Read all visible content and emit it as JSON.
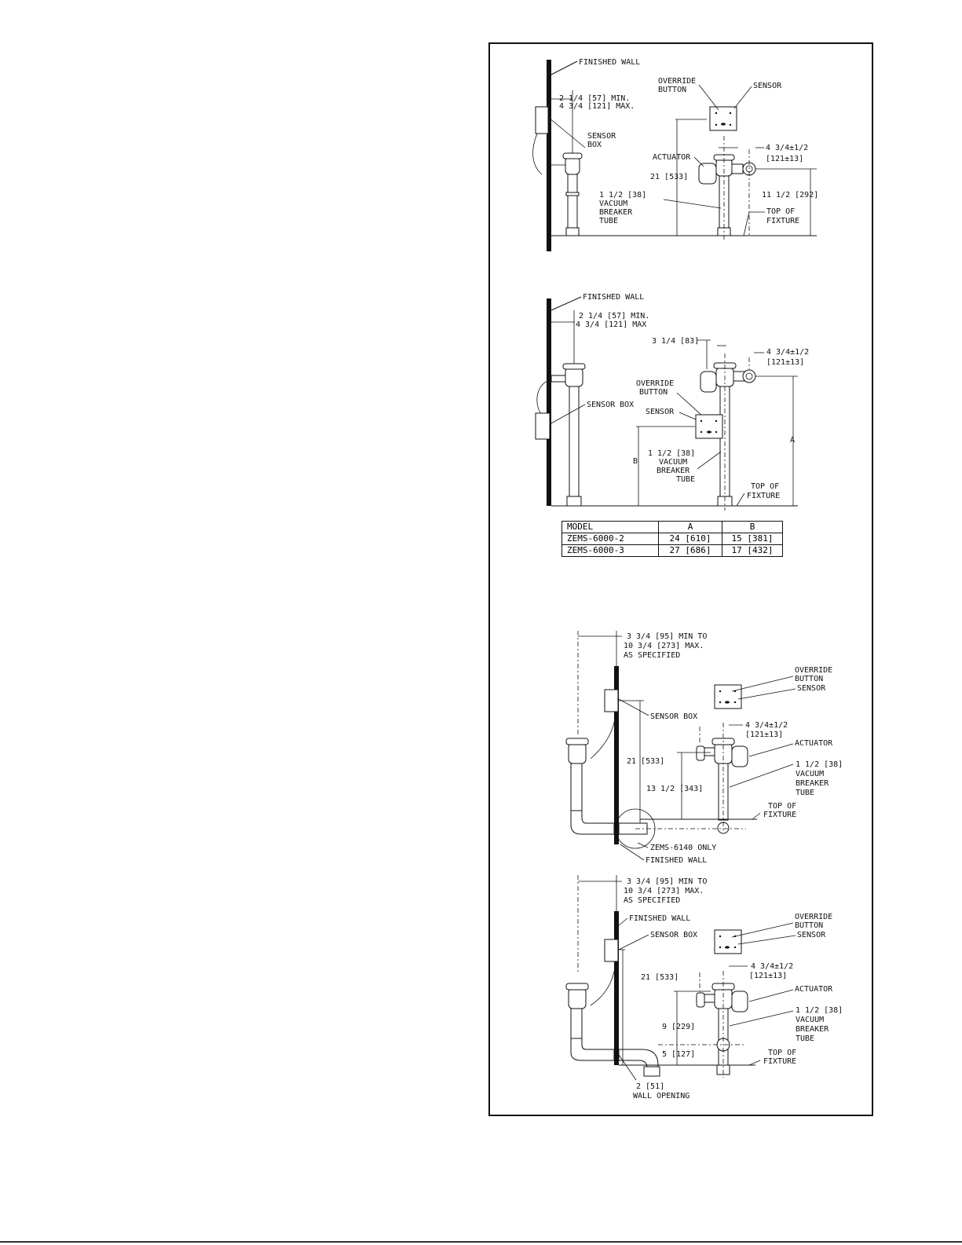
{
  "fig1": {
    "finished_wall": "FINISHED WALL",
    "dim_wall_line1": "2 1/4 [57] MIN.",
    "dim_wall_line2": "4 3/4 [121] MAX.",
    "override_line1": "OVERRIDE",
    "override_line2": "BUTTON",
    "sensor": "SENSOR",
    "sensor_box_line1": "SENSOR",
    "sensor_box_line2": "BOX",
    "actuator": "ACTUATOR",
    "dim_offset_line1": "4 3/4±1/2",
    "dim_offset_line2": "[121±13]",
    "dim_21": "21 [533]",
    "dim_11": "11 1/2 [292]",
    "vb_line1": "1 1/2 [38]",
    "vb_line2": "VACUUM",
    "vb_line3": "BREAKER",
    "vb_line4": "TUBE",
    "top_line1": "TOP OF",
    "top_line2": "FIXTURE"
  },
  "fig2": {
    "finished_wall": "FINISHED WALL",
    "dim_wall_line1": "2 1/4 [57] MIN.",
    "dim_wall_line2": "4 3/4 [121] MAX",
    "dim_3": "3 1/4 [83]",
    "dim_offset_line1": "4 3/4±1/2",
    "dim_offset_line2": "[121±13]",
    "override_line1": "OVERRIDE",
    "override_line2": "BUTTON",
    "sensor": "SENSOR",
    "sensor_box": "SENSOR BOX",
    "vb_line1": "1 1/2 [38]",
    "vb_line2": "VACUUM",
    "vb_line3": "BREAKER",
    "vb_line4": "TUBE",
    "label_a": "A",
    "label_b": "B",
    "top_line1": "TOP OF",
    "top_line2": "FIXTURE"
  },
  "table": {
    "headers": [
      "MODEL",
      "A",
      "B"
    ],
    "rows": [
      [
        "ZEMS-6000-2",
        "24 [610]",
        "15 [381]"
      ],
      [
        "ZEMS-6000-3",
        "27 [686]",
        "17 [432]"
      ]
    ]
  },
  "fig3": {
    "dim_line1": "3 3/4 [95] MIN TO",
    "dim_line2": "10 3/4 [273] MAX.",
    "dim_line3": "AS SPECIFIED",
    "override_line1": "OVERRIDE",
    "override_line2": "BUTTON",
    "sensor": "SENSOR",
    "sensor_box": "SENSOR BOX",
    "dim_offset_line1": "4 3/4±1/2",
    "dim_offset_line2": "[121±13]",
    "actuator": "ACTUATOR",
    "dim_21": "21 [533]",
    "dim_13": "13 1/2 [343]",
    "vb_line1": "1 1/2 [38]",
    "vb_line2": "VACUUM",
    "vb_line3": "BREAKER",
    "vb_line4": "TUBE",
    "top_line1": "TOP OF",
    "top_line2": "FIXTURE",
    "model_note": "ZEMS-6140 ONLY",
    "finished_wall": "FINISHED WALL"
  },
  "fig4": {
    "dim_line1": "3 3/4 [95] MIN TO",
    "dim_line2": "10 3/4 [273] MAX.",
    "dim_line3": "AS SPECIFIED",
    "finished_wall": "FINISHED WALL",
    "sensor_box": "SENSOR BOX",
    "override_line1": "OVERRIDE",
    "override_line2": "BUTTON",
    "sensor": "SENSOR",
    "dim_offset_line1": "4 3/4±1/2",
    "dim_offset_line2": "[121±13]",
    "actuator": "ACTUATOR",
    "dim_21": "21 [533]",
    "dim_9": "9 [229]",
    "dim_5": "5 [127]",
    "vb_line1": "1 1/2 [38]",
    "vb_line2": "VACUUM",
    "vb_line3": "BREAKER",
    "vb_line4": "TUBE",
    "top_line1": "TOP OF",
    "top_line2": "FIXTURE",
    "opening_line1": "2 [51]",
    "opening_line2": "WALL OPENING"
  }
}
